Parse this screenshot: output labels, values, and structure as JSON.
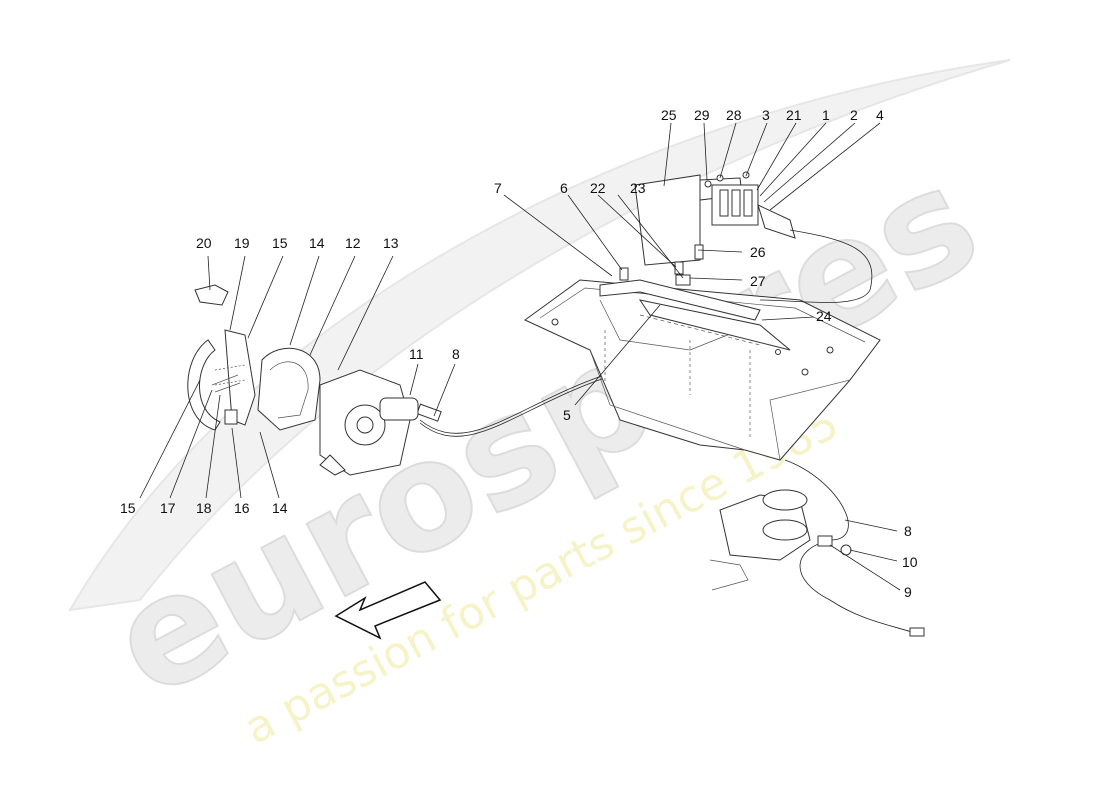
{
  "watermark": {
    "brand": "eurospares",
    "tagline": "a passion for parts since 1985"
  },
  "callouts": [
    {
      "id": "c25",
      "text": "25"
    },
    {
      "id": "c29",
      "text": "29"
    },
    {
      "id": "c28",
      "text": "28"
    },
    {
      "id": "c3",
      "text": "3"
    },
    {
      "id": "c21",
      "text": "21"
    },
    {
      "id": "c1",
      "text": "1"
    },
    {
      "id": "c2",
      "text": "2"
    },
    {
      "id": "c4",
      "text": "4"
    },
    {
      "id": "c7",
      "text": "7"
    },
    {
      "id": "c6",
      "text": "6"
    },
    {
      "id": "c22",
      "text": "22"
    },
    {
      "id": "c23",
      "text": "23"
    },
    {
      "id": "c26",
      "text": "26"
    },
    {
      "id": "c27",
      "text": "27"
    },
    {
      "id": "c24",
      "text": "24"
    },
    {
      "id": "c5",
      "text": "5"
    },
    {
      "id": "c20",
      "text": "20"
    },
    {
      "id": "c19",
      "text": "19"
    },
    {
      "id": "c15a",
      "text": "15"
    },
    {
      "id": "c14a",
      "text": "14"
    },
    {
      "id": "c12",
      "text": "12"
    },
    {
      "id": "c13",
      "text": "13"
    },
    {
      "id": "c11",
      "text": "11"
    },
    {
      "id": "c8a",
      "text": "8"
    },
    {
      "id": "c15b",
      "text": "15"
    },
    {
      "id": "c17",
      "text": "17"
    },
    {
      "id": "c18",
      "text": "18"
    },
    {
      "id": "c16",
      "text": "16"
    },
    {
      "id": "c14b",
      "text": "14"
    },
    {
      "id": "c8b",
      "text": "8"
    },
    {
      "id": "c10",
      "text": "10"
    },
    {
      "id": "c9",
      "text": "9"
    }
  ]
}
